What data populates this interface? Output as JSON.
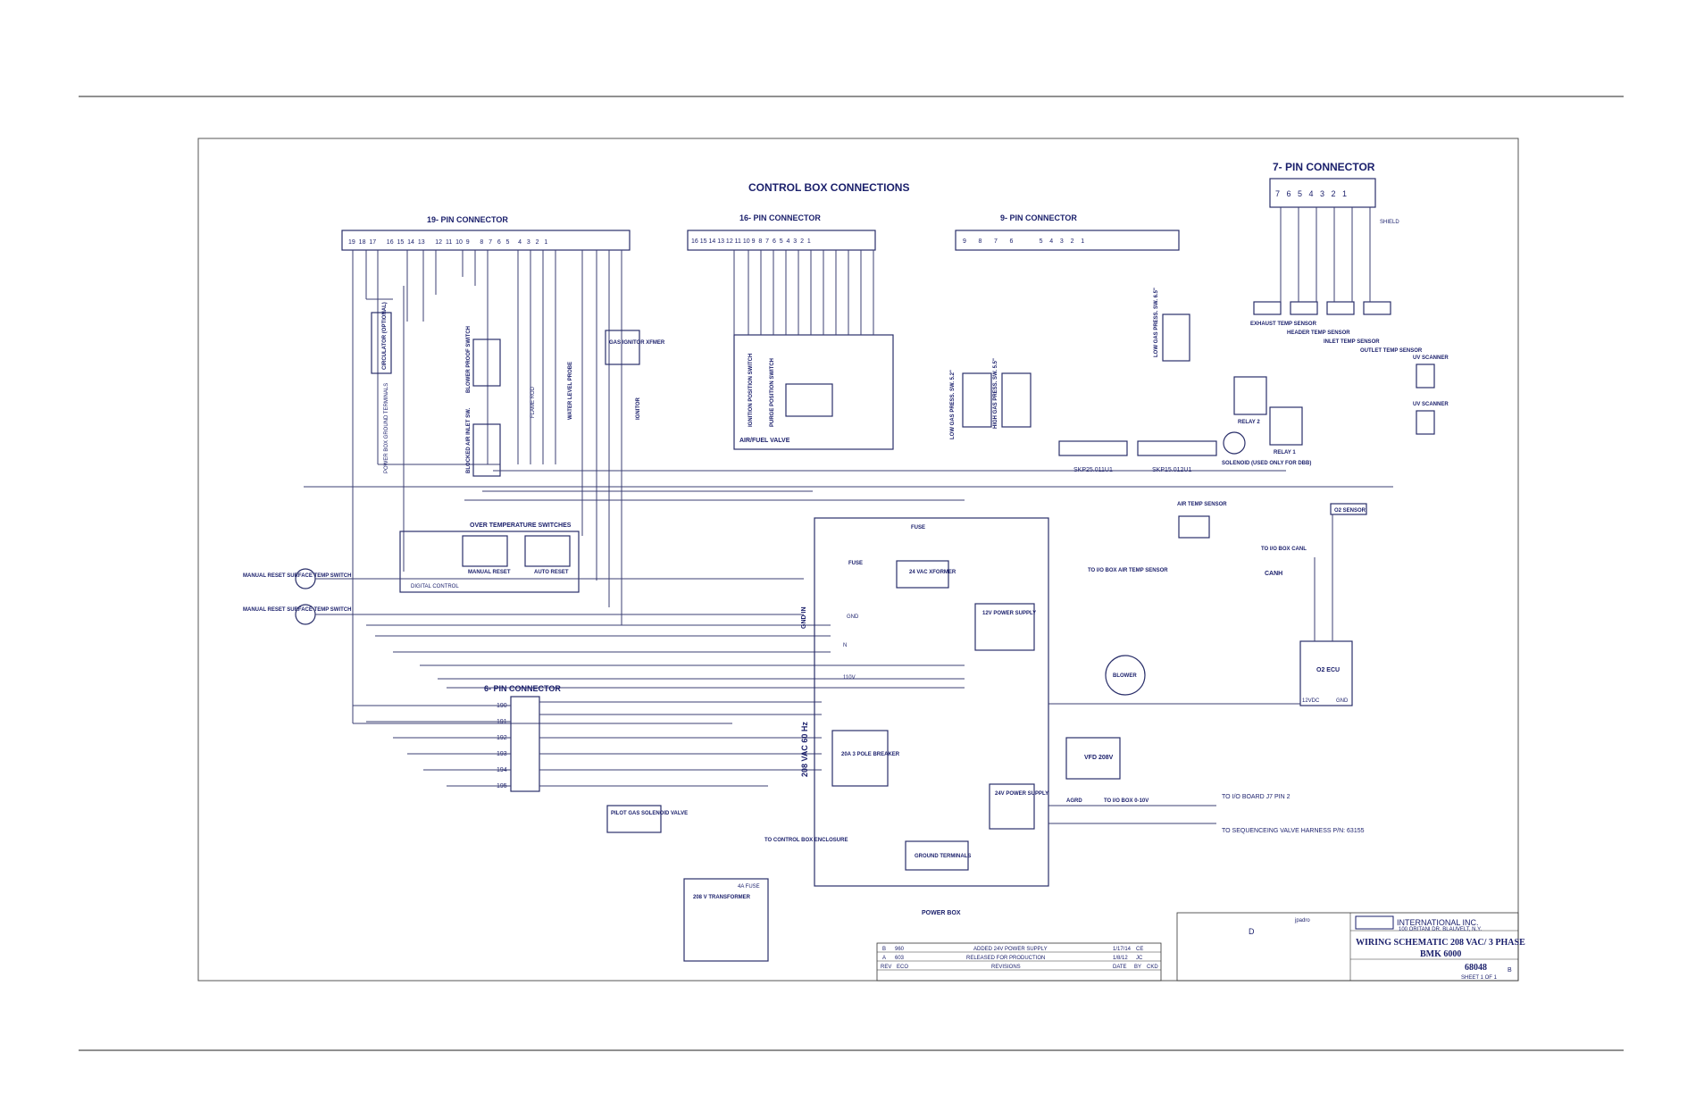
{
  "diagram": {
    "main_title": "CONTROL BOX CONNECTIONS",
    "connectors": {
      "c19": {
        "title": "19- PIN CONNECTOR",
        "pins": "19  18  17      16  15  14  13      12  11  10  9      8   7   6   5     4   3   2   1"
      },
      "c16": {
        "title": "16- PIN CONNECTOR",
        "pins": "16 15 14 13 12 11 10 9  8  7  6  5  4  3  2  1"
      },
      "c9": {
        "title": "9- PIN CONNECTOR",
        "pins": "9       8       7       6               5    4    3    2    1"
      },
      "c7": {
        "title": "7- PIN CONNECTOR",
        "pins": "7   6   5   4   3   2   1"
      },
      "c6": {
        "title": "6- PIN CONNECTOR",
        "rows": [
          "190",
          "191",
          "192",
          "193",
          "194",
          "195"
        ]
      }
    },
    "sensors": [
      {
        "label": "EXHAUST TEMP SENSOR"
      },
      {
        "label": "HEADER TEMP SENSOR"
      },
      {
        "label": "INLET TEMP SENSOR"
      },
      {
        "label": "OUTLET TEMP SENSOR"
      }
    ],
    "labels": {
      "shield": "SHIELD",
      "circulator": "CIRCULATOR (OPTIONAL)",
      "gas_ignitor": "GAS IGNITOR XFMER",
      "ignitor": "IGNITOR",
      "air_fuel": "AIR/FUEL VALVE",
      "over_temp": "OVER TEMPERATURE SWITCHES",
      "manual_reset": "MANUAL RESET",
      "auto_reset": "AUTO RESET",
      "digital_control": "DIGITAL CONTROL",
      "manual_reset_sw1": "MANUAL RESET SURFACE TEMP SWITCH",
      "manual_reset_sw2": "MANUAL RESET SURFACE TEMP SWITCH",
      "fuse": "FUSE",
      "xformer_24": "24 VAC XFORMER",
      "power_supply_12": "12V POWER SUPPLY",
      "gnd_in": "GND IN",
      "gnd": "GND",
      "n": "N",
      "v110": "110V",
      "blower": "BLOWER",
      "breaker": "20A 3 POLE BREAKER",
      "vac208": "208 VAC 60 Hz",
      "vfd": "VFD 208V",
      "power_supply_24": "24V POWER SUPPLY",
      "ground_terminals": "GROUND TERMINALS",
      "power_box": "POWER BOX",
      "transformer_208": "208 V TRANSFORMER",
      "fuse_4a": "4A FUSE",
      "pilot_gas": "PILOT GAS SOLENOID VALVE",
      "to_control_box": "TO CONTROL BOX ENCLOSURE",
      "relay1": "RELAY 1",
      "relay2": "RELAY 2",
      "skp25": "SKP25.011U1",
      "skp15": "SKP15.012U1",
      "solenoid": "SOLENOID (USED ONLY FOR DBB)",
      "uv_scanner1": "UV SCANNER",
      "uv_scanner2": "UV SCANNER",
      "air_temp": "AIR TEMP SENSOR",
      "o2_sensor": "O2 SENSOR",
      "o2_ecu": "O2 ECU",
      "to_io_air": "TO I/O BOX AIR TEMP SENSOR",
      "to_io_canl": "TO I/O BOX CANL",
      "canh": "CANH",
      "to_io_board": "TO I/O BOARD J7 PIN 2",
      "to_seq": "TO SEQUENCEING VALVE HARNESS P/N: 63155",
      "to_io_010": "TO I/O BOX 0-10V",
      "agrd": "AGRD",
      "blower_proof": "BLOWER PROOF SWITCH",
      "blocked_air": "BLOCKED AIR INLET SW.",
      "flame_rod": "FLAME ROD",
      "water_level": "WATER LEVEL PROBE",
      "low_gas": "LOW GAS PRESS. SW. 5.2\"",
      "high_gas": "HIGH GAS PRESS. SW. 5.5\"",
      "low_gas2": "LOW GAS PRESS. SW. 6.5\"",
      "power_box_gnd": "POWER BOX GROUND TERMINALS",
      "ignition_switch": "IGNITION POSITION SWITCH",
      "purge_switch": "PURGE POSITION SWITCH",
      "v12vdc": "12VDC",
      "o2gnd": "GND"
    },
    "title_block": {
      "company": "INTERNATIONAL INC.",
      "address": "100 ORITANI DR. BLAUVELT, N.Y.",
      "drawing_title": "WIRING SCHEMATIC 208 VAC/ 3 PHASE",
      "model": "BMK 6000",
      "dwg_no": "68048",
      "rev": "B",
      "sheet": "SHEET 1 OF 1",
      "size": "D",
      "drawn": "jpadro"
    },
    "revisions": [
      {
        "rev": "B",
        "eco": "960",
        "desc": "ADDED 24V POWER SUPPLY",
        "date": "1/17/14",
        "by": "CE"
      },
      {
        "rev": "A",
        "eco": "603",
        "desc": "RELEASED FOR PRODUCTION",
        "date": "1/8/12",
        "by": "JC"
      }
    ],
    "rev_header": {
      "rev": "REV",
      "eco": "ECO",
      "desc": "REVISIONS",
      "date": "DATE",
      "by": "BY",
      "ckd": "CKD"
    }
  }
}
